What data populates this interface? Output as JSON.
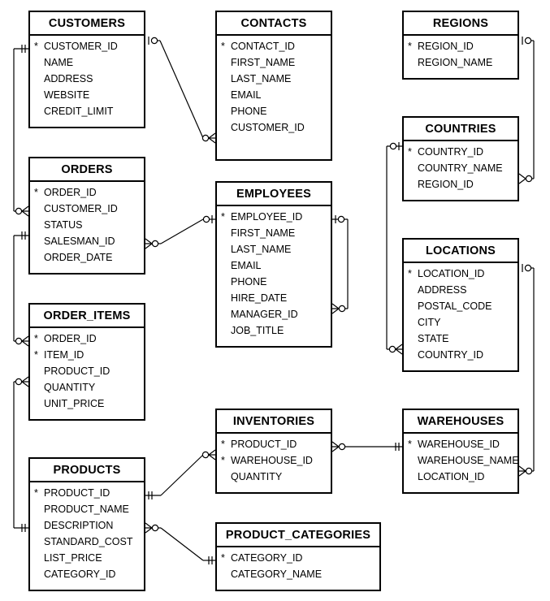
{
  "entities": [
    {
      "id": "customers",
      "name": "CUSTOMERS",
      "columns": [
        {
          "name": "CUSTOMER_ID",
          "pk": true
        },
        {
          "name": "NAME",
          "pk": false
        },
        {
          "name": "ADDRESS",
          "pk": false
        },
        {
          "name": "WEBSITE",
          "pk": false
        },
        {
          "name": "CREDIT_LIMIT",
          "pk": false
        }
      ]
    },
    {
      "id": "contacts",
      "name": "CONTACTS",
      "columns": [
        {
          "name": "CONTACT_ID",
          "pk": true
        },
        {
          "name": "FIRST_NAME",
          "pk": false
        },
        {
          "name": "LAST_NAME",
          "pk": false
        },
        {
          "name": "EMAIL",
          "pk": false
        },
        {
          "name": "PHONE",
          "pk": false
        },
        {
          "name": "CUSTOMER_ID",
          "pk": false
        }
      ]
    },
    {
      "id": "regions",
      "name": "REGIONS",
      "columns": [
        {
          "name": "REGION_ID",
          "pk": true
        },
        {
          "name": "REGION_NAME",
          "pk": false
        }
      ]
    },
    {
      "id": "countries",
      "name": "COUNTRIES",
      "columns": [
        {
          "name": "COUNTRY_ID",
          "pk": true
        },
        {
          "name": "COUNTRY_NAME",
          "pk": false
        },
        {
          "name": "REGION_ID",
          "pk": false
        }
      ]
    },
    {
      "id": "orders",
      "name": "ORDERS",
      "columns": [
        {
          "name": "ORDER_ID",
          "pk": true
        },
        {
          "name": "CUSTOMER_ID",
          "pk": false
        },
        {
          "name": "STATUS",
          "pk": false
        },
        {
          "name": "SALESMAN_ID",
          "pk": false
        },
        {
          "name": "ORDER_DATE",
          "pk": false
        }
      ]
    },
    {
      "id": "employees",
      "name": "EMPLOYEES",
      "columns": [
        {
          "name": "EMPLOYEE_ID",
          "pk": true
        },
        {
          "name": "FIRST_NAME",
          "pk": false
        },
        {
          "name": "LAST_NAME",
          "pk": false
        },
        {
          "name": "EMAIL",
          "pk": false
        },
        {
          "name": "PHONE",
          "pk": false
        },
        {
          "name": "HIRE_DATE",
          "pk": false
        },
        {
          "name": "MANAGER_ID",
          "pk": false
        },
        {
          "name": "JOB_TITLE",
          "pk": false
        }
      ]
    },
    {
      "id": "locations",
      "name": "LOCATIONS",
      "columns": [
        {
          "name": "LOCATION_ID",
          "pk": true
        },
        {
          "name": "ADDRESS",
          "pk": false
        },
        {
          "name": "POSTAL_CODE",
          "pk": false
        },
        {
          "name": "CITY",
          "pk": false
        },
        {
          "name": "STATE",
          "pk": false
        },
        {
          "name": "COUNTRY_ID",
          "pk": false
        }
      ]
    },
    {
      "id": "order_items",
      "name": "ORDER_ITEMS",
      "columns": [
        {
          "name": "ORDER_ID",
          "pk": true
        },
        {
          "name": "ITEM_ID",
          "pk": true
        },
        {
          "name": "PRODUCT_ID",
          "pk": false
        },
        {
          "name": "QUANTITY",
          "pk": false
        },
        {
          "name": "UNIT_PRICE",
          "pk": false
        }
      ]
    },
    {
      "id": "inventories",
      "name": "INVENTORIES",
      "columns": [
        {
          "name": "PRODUCT_ID",
          "pk": true
        },
        {
          "name": "WAREHOUSE_ID",
          "pk": true
        },
        {
          "name": "QUANTITY",
          "pk": false
        }
      ]
    },
    {
      "id": "warehouses",
      "name": "WAREHOUSES",
      "columns": [
        {
          "name": "WAREHOUSE_ID",
          "pk": true
        },
        {
          "name": "WAREHOUSE_NAME",
          "pk": false
        },
        {
          "name": "LOCATION_ID",
          "pk": false
        }
      ]
    },
    {
      "id": "products",
      "name": "PRODUCTS",
      "columns": [
        {
          "name": "PRODUCT_ID",
          "pk": true
        },
        {
          "name": "PRODUCT_NAME",
          "pk": false
        },
        {
          "name": "DESCRIPTION",
          "pk": false
        },
        {
          "name": "STANDARD_COST",
          "pk": false
        },
        {
          "name": "LIST_PRICE",
          "pk": false
        },
        {
          "name": "CATEGORY_ID",
          "pk": false
        }
      ]
    },
    {
      "id": "product_categories",
      "name": "PRODUCT_CATEGORIES",
      "columns": [
        {
          "name": "CATEGORY_ID",
          "pk": true
        },
        {
          "name": "CATEGORY_NAME",
          "pk": false
        }
      ]
    }
  ],
  "relationships": [
    {
      "id": "customers-contacts",
      "from": "customers",
      "to": "contacts"
    },
    {
      "id": "customers-orders",
      "from": "customers",
      "to": "orders"
    },
    {
      "id": "regions-countries",
      "from": "regions",
      "to": "countries"
    },
    {
      "id": "countries-locations",
      "from": "countries",
      "to": "locations"
    },
    {
      "id": "locations-warehouses",
      "from": "locations",
      "to": "warehouses"
    },
    {
      "id": "employees-orders",
      "from": "employees",
      "to": "orders"
    },
    {
      "id": "employees-self",
      "from": "employees",
      "to": "employees"
    },
    {
      "id": "orders-order_items",
      "from": "orders",
      "to": "order_items"
    },
    {
      "id": "products-order_items",
      "from": "products",
      "to": "order_items"
    },
    {
      "id": "products-inventories",
      "from": "products",
      "to": "inventories"
    },
    {
      "id": "warehouses-inventories",
      "from": "warehouses",
      "to": "inventories"
    },
    {
      "id": "product_categories-products",
      "from": "product_categories",
      "to": "products"
    }
  ]
}
